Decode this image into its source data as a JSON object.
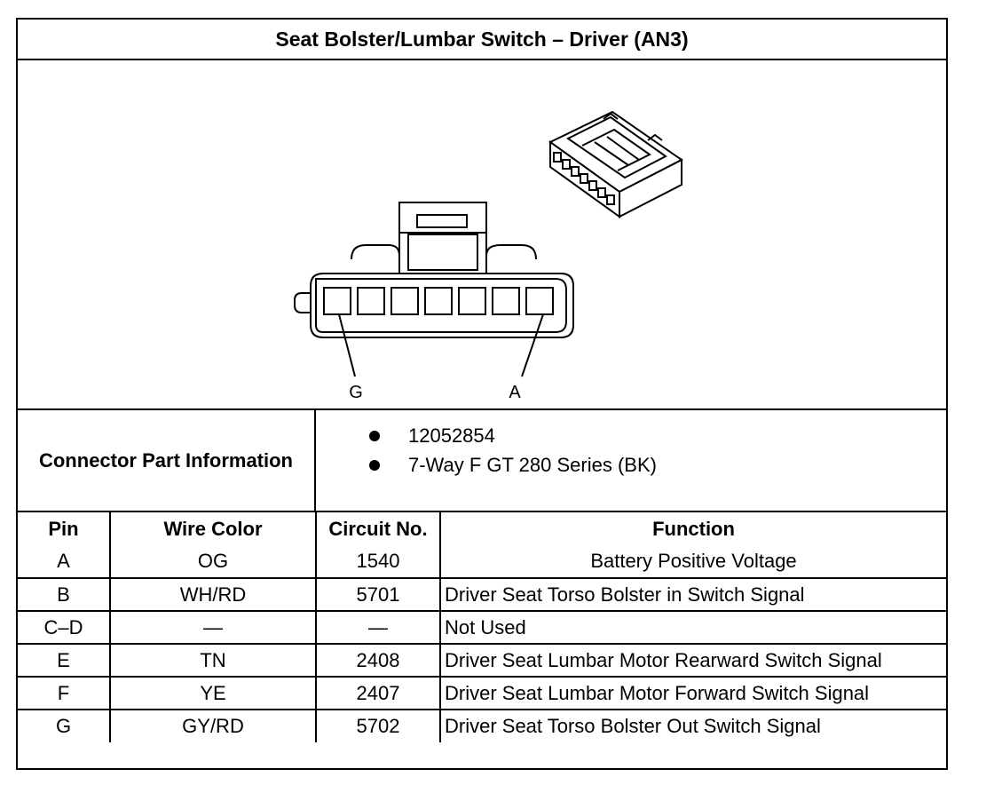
{
  "title": "Seat Bolster/Lumbar Switch – Driver (AN3)",
  "figure": {
    "pin_labels": {
      "left": "G",
      "right": "A"
    }
  },
  "connector_info": {
    "label": "Connector Part Information",
    "items": [
      "12052854",
      "7-Way F GT 280 Series (BK)"
    ]
  },
  "table": {
    "headers": [
      "Pin",
      "Wire Color",
      "Circuit No.",
      "Function"
    ],
    "rows": [
      {
        "pin": "A",
        "wire": "OG",
        "circuit": "1540",
        "function": "Battery Positive Voltage"
      },
      {
        "pin": "B",
        "wire": "WH/RD",
        "circuit": "5701",
        "function": "Driver Seat Torso Bolster in Switch Signal"
      },
      {
        "pin": "C–D",
        "wire": "—",
        "circuit": "—",
        "function": "Not Used"
      },
      {
        "pin": "E",
        "wire": "TN",
        "circuit": "2408",
        "function": "Driver Seat Lumbar Motor Rearward Switch Signal"
      },
      {
        "pin": "F",
        "wire": "YE",
        "circuit": "2407",
        "function": "Driver Seat Lumbar Motor Forward Switch Signal"
      },
      {
        "pin": "G",
        "wire": "GY/RD",
        "circuit": "5702",
        "function": "Driver Seat Torso Bolster Out Switch Signal"
      }
    ]
  }
}
